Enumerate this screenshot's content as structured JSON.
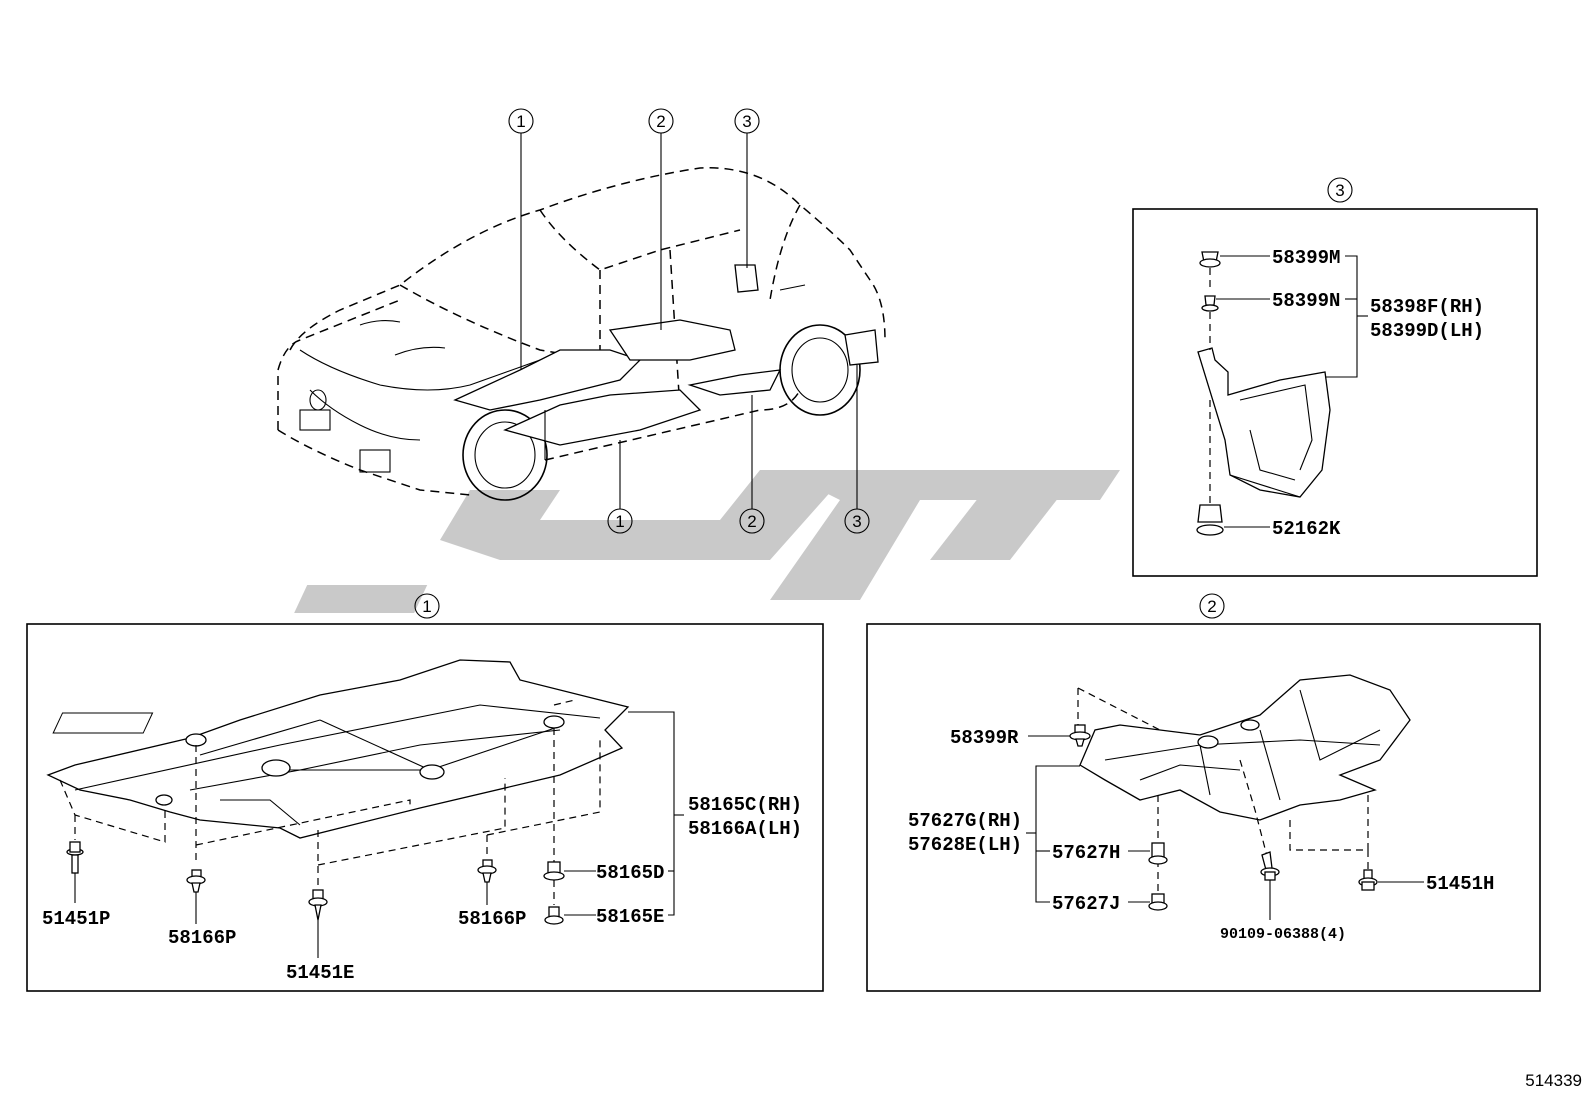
{
  "callouts": {
    "c1": "1",
    "c2": "2",
    "c3": "3"
  },
  "panel3": {
    "p58399M": "58399M",
    "p58399N": "58399N",
    "p58398F": "58398F(RH)",
    "p58399D": "58399D(LH)",
    "p52162K": "52162K"
  },
  "panel1": {
    "p58165C": "58165C(RH)",
    "p58166A": "58166A(LH)",
    "p58165D": "58165D",
    "p58165E": "58165E",
    "p51451P": "51451P",
    "p58166P_a": "58166P",
    "p51451E": "51451E",
    "p58166P_b": "58166P"
  },
  "panel2": {
    "p58399R": "58399R",
    "p57627G": "57627G(RH)",
    "p57628E": "57628E(LH)",
    "p57627H": "57627H",
    "p57627J": "57627J",
    "p51451H": "51451H",
    "p90109": "90109-06388(4)"
  },
  "doc_id": "514339"
}
